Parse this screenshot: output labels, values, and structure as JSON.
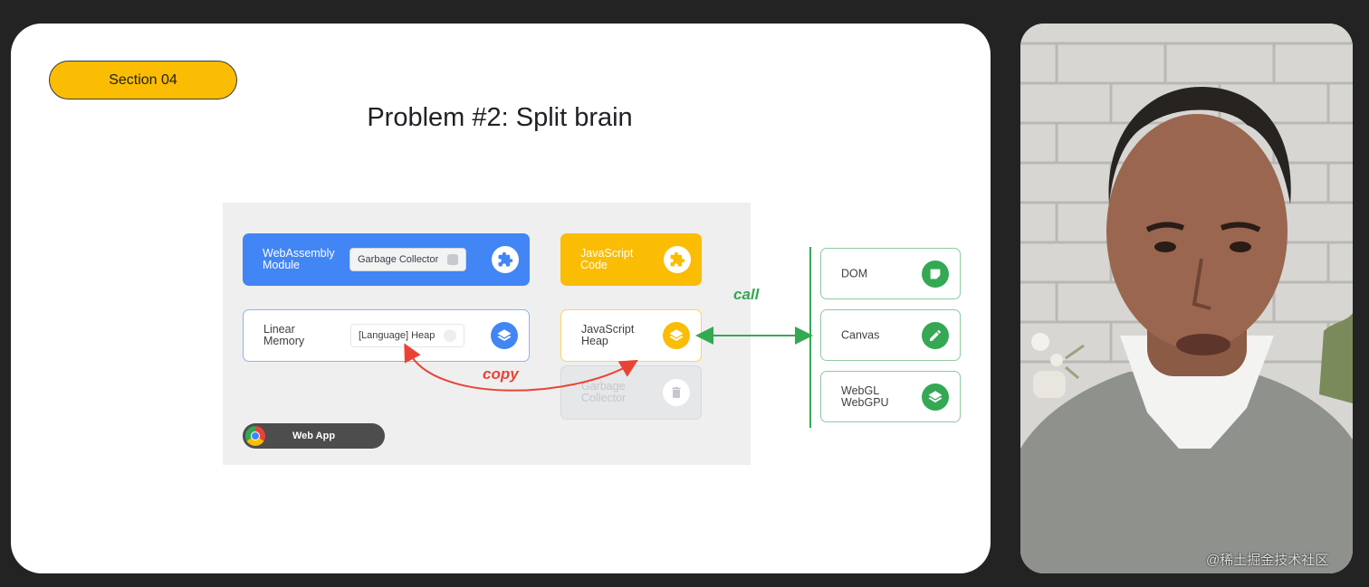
{
  "slide": {
    "section_badge": "Section 04",
    "title": "Problem #2: Split brain"
  },
  "diagram": {
    "wasm_module": {
      "label": "WebAssembly\nModule",
      "field": "Garbage Collector",
      "icon": "puzzle-icon"
    },
    "linear_memory": {
      "label": "Linear\nMemory",
      "field": "[Language] Heap",
      "icon": "layers-icon"
    },
    "js_code": {
      "label": "JavaScript\nCode",
      "icon": "puzzle-icon"
    },
    "js_heap": {
      "label": "JavaScript\nHeap",
      "icon": "layers-icon"
    },
    "js_gc": {
      "label": "Garbage\nCollector",
      "icon": "trash-icon"
    },
    "web_app": {
      "label": "Web App",
      "icon": "chrome-logo"
    },
    "arrows": {
      "copy": "copy",
      "call": "call"
    },
    "apis": [
      {
        "label": "DOM",
        "icon": "sticky-note-icon"
      },
      {
        "label": "Canvas",
        "icon": "pencil-icon"
      },
      {
        "label": "WebGL\nWebGPU",
        "icon": "layers-icon"
      }
    ],
    "colors": {
      "blue": "#4285f4",
      "yellow": "#fbbc04",
      "green": "#34a853",
      "red": "#ea4335"
    }
  },
  "watermark": "@稀土掘金技术社区"
}
